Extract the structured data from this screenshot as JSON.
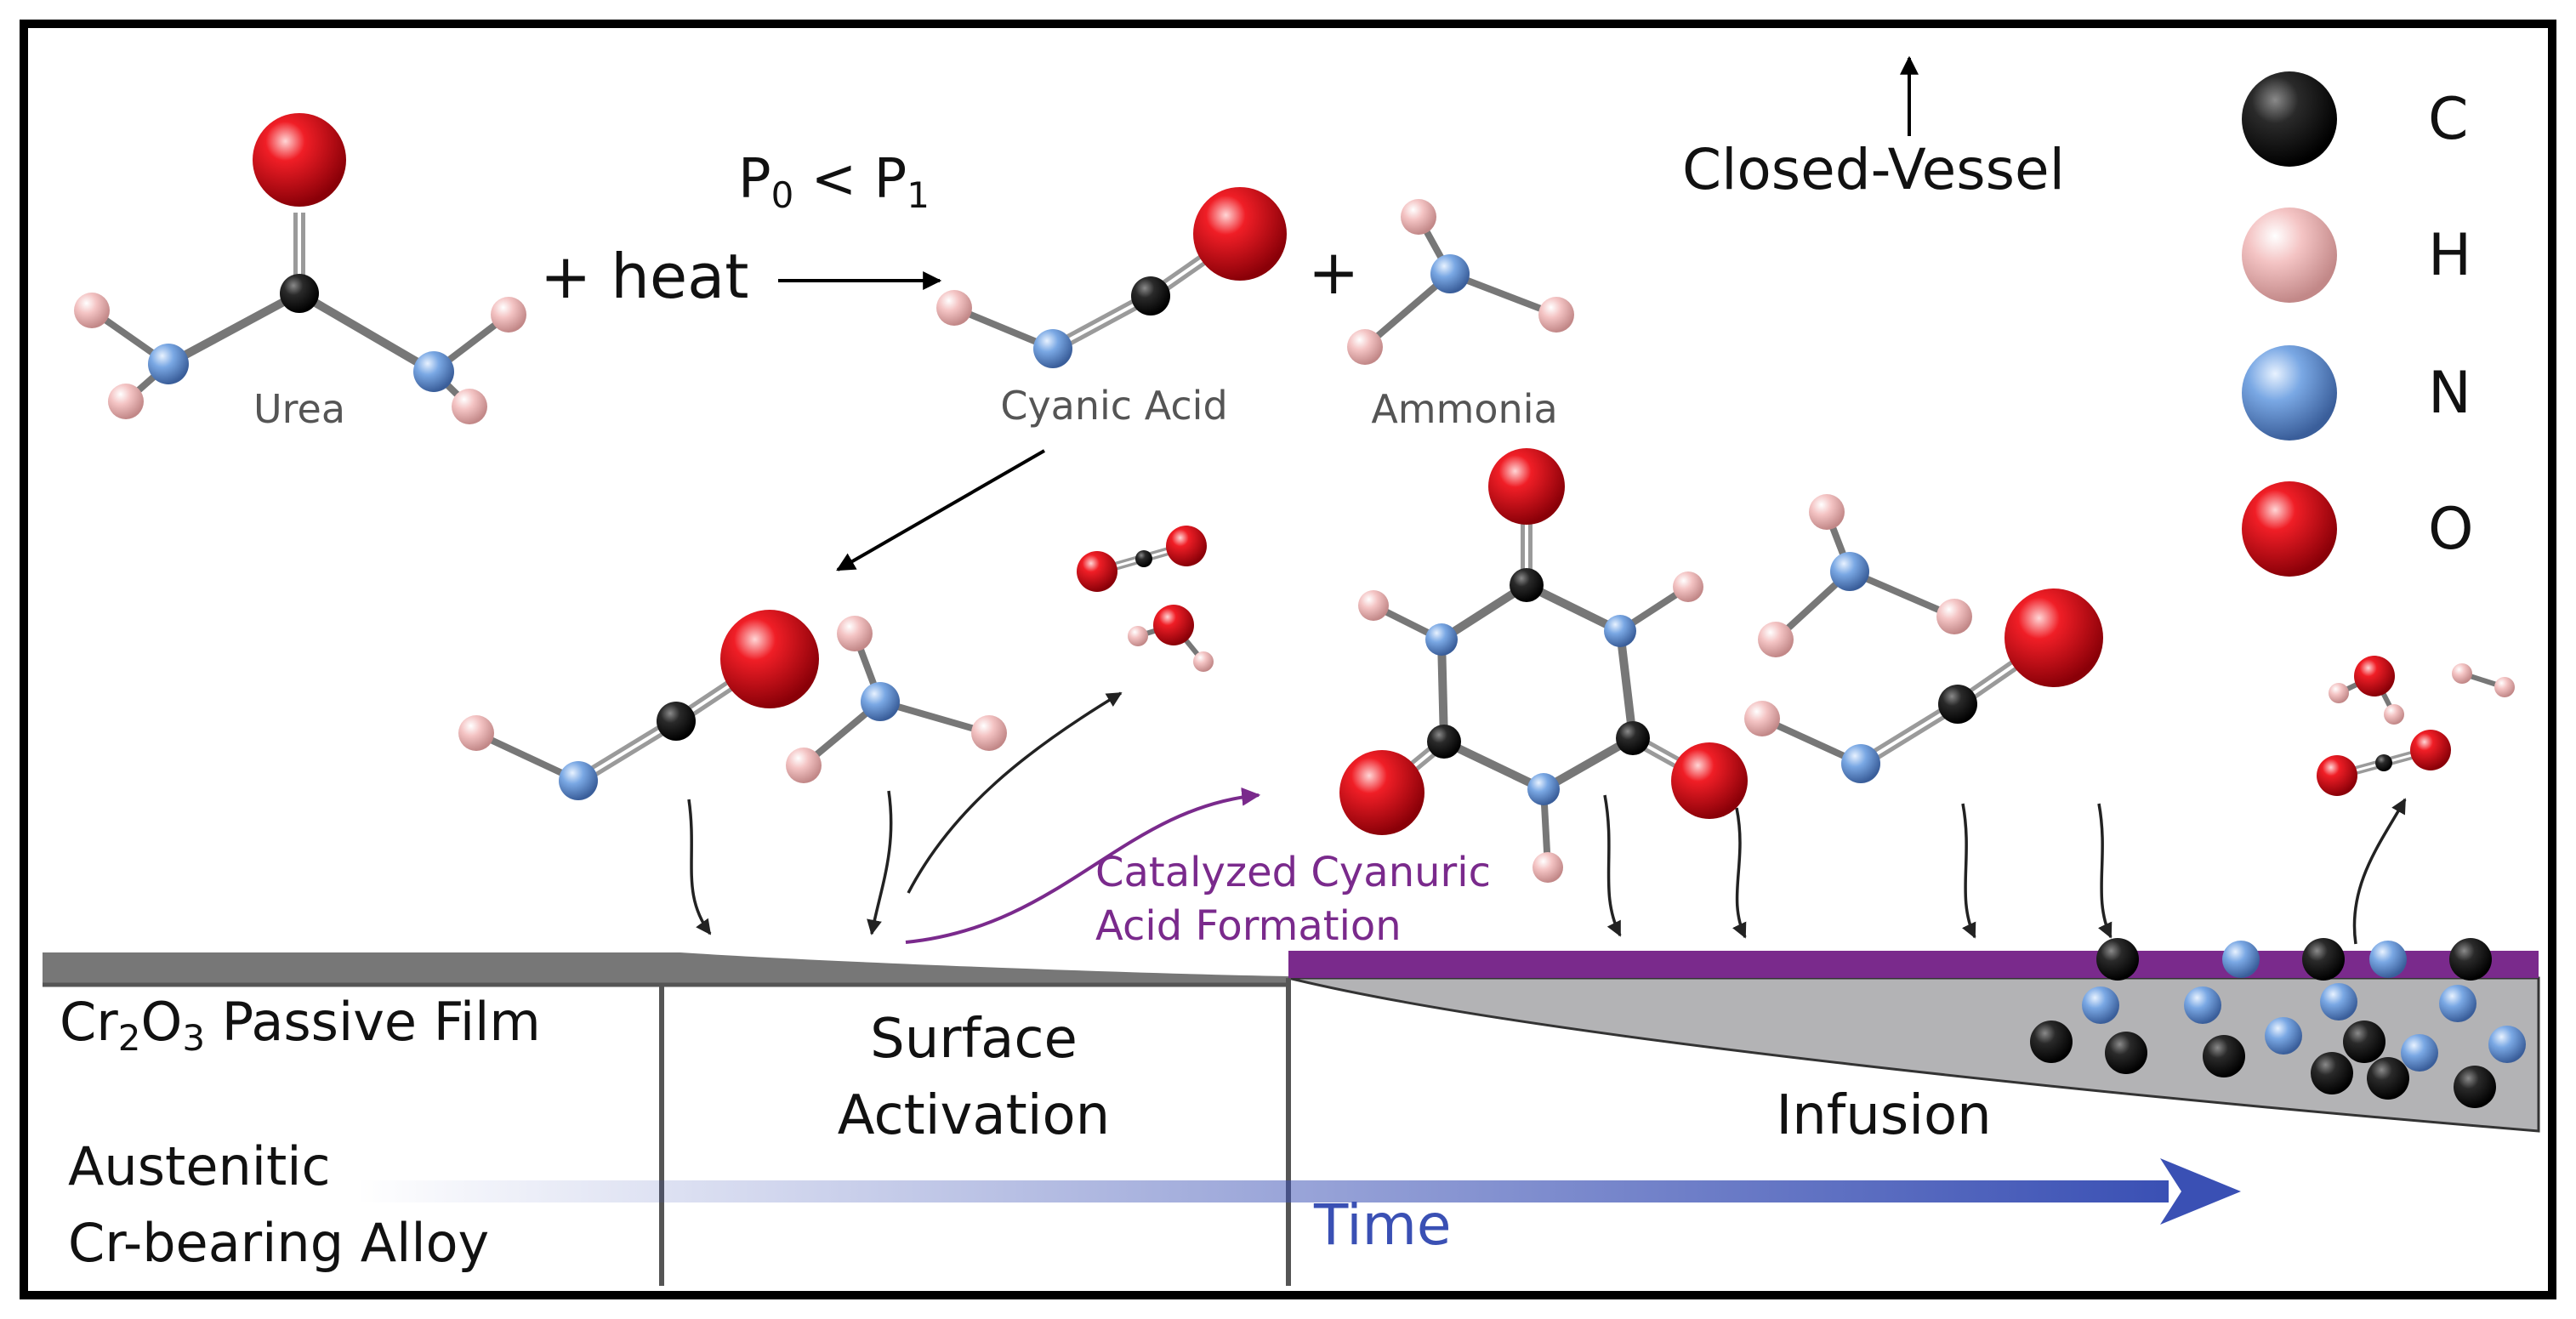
{
  "reaction": {
    "urea_label": "Urea",
    "heat_label": "+ heat",
    "pressure_p0": "P",
    "pressure_sub0": "0",
    "pressure_op": " < ",
    "pressure_p1": "P",
    "pressure_sub1": "1",
    "cyanic_acid_label": "Cyanic Acid",
    "plus_label": "+",
    "ammonia_label": "Ammonia",
    "closed_vessel_label": "Closed-Vessel"
  },
  "legend": {
    "items": [
      {
        "symbol": "C",
        "color": "#101010"
      },
      {
        "symbol": "H",
        "color": "#f0b8b8"
      },
      {
        "symbol": "N",
        "color": "#6e9ede"
      },
      {
        "symbol": "O",
        "color": "#e0141e"
      }
    ]
  },
  "annotation": {
    "line1": "Catalyzed Cyanuric",
    "line2": "Acid Formation",
    "color": "#7a2a8c"
  },
  "stages": {
    "passive_film_prefix": "Cr",
    "passive_film_sub1": "2",
    "passive_film_mid": "O",
    "passive_film_sub2": "3",
    "passive_film_suffix": " Passive Film",
    "alloy_line1": "Austenitic",
    "alloy_line2": "Cr-bearing Alloy",
    "activation_line1": "Surface",
    "activation_line2": "Activation",
    "infusion": "Infusion",
    "time": "Time"
  },
  "colors": {
    "carbon": "#101010",
    "hydrogen": "#f0b8b8",
    "nitrogen": "#6e9ede",
    "oxygen": "#e0141e",
    "purple_layer": "#7a2a8c",
    "infused_zone": "#b3b3b5",
    "passive_film": "#777777",
    "time_arrow": "#3a50b4"
  }
}
